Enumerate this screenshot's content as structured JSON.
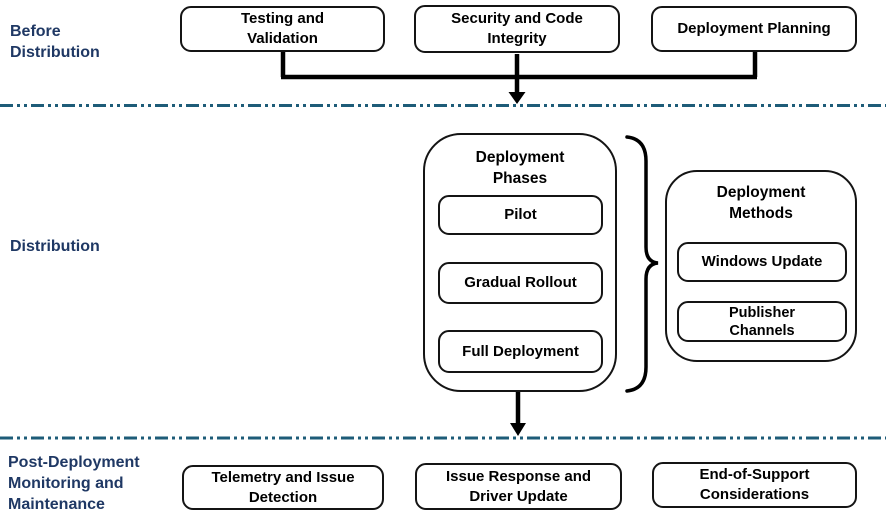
{
  "colors": {
    "divider": "#1E5C78",
    "section_label": "#1F3864",
    "box_border": "#141414",
    "connector": "#000000",
    "background": "#FFFFFF"
  },
  "sections": {
    "before": {
      "label": "Before\nDistribution",
      "boxes": [
        {
          "label": "Testing and\nValidation"
        },
        {
          "label": "Security and Code\nIntegrity"
        },
        {
          "label": "Deployment Planning"
        }
      ]
    },
    "distribution": {
      "label": "Distribution",
      "phases_group": {
        "title": "Deployment\nPhases",
        "steps": [
          {
            "label": "Pilot"
          },
          {
            "label": "Gradual Rollout"
          },
          {
            "label": "Full Deployment"
          }
        ]
      },
      "methods_group": {
        "title": "Deployment\nMethods",
        "items": [
          {
            "label": "Windows Update"
          },
          {
            "label": "Publisher\nChannels"
          }
        ]
      }
    },
    "post": {
      "label": "Post-Deployment\nMonitoring and\nMaintenance",
      "boxes": [
        {
          "label": "Telemetry and Issue\nDetection"
        },
        {
          "label": "Issue Response and\nDriver Update"
        },
        {
          "label": "End-of-Support\nConsiderations"
        }
      ]
    }
  }
}
